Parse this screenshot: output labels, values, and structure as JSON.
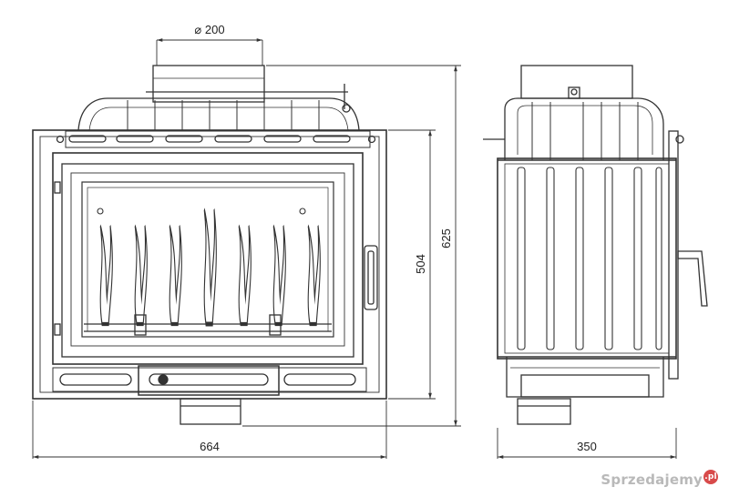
{
  "dimensions": {
    "flue_diameter": "⌀ 200",
    "front_width": "664",
    "side_depth": "350",
    "door_height": "504",
    "total_height": "625"
  },
  "watermark": {
    "text": "Sprzedajemy",
    "suffix": ".pl"
  },
  "colors": {
    "line": "#333333",
    "background": "#ffffff"
  }
}
